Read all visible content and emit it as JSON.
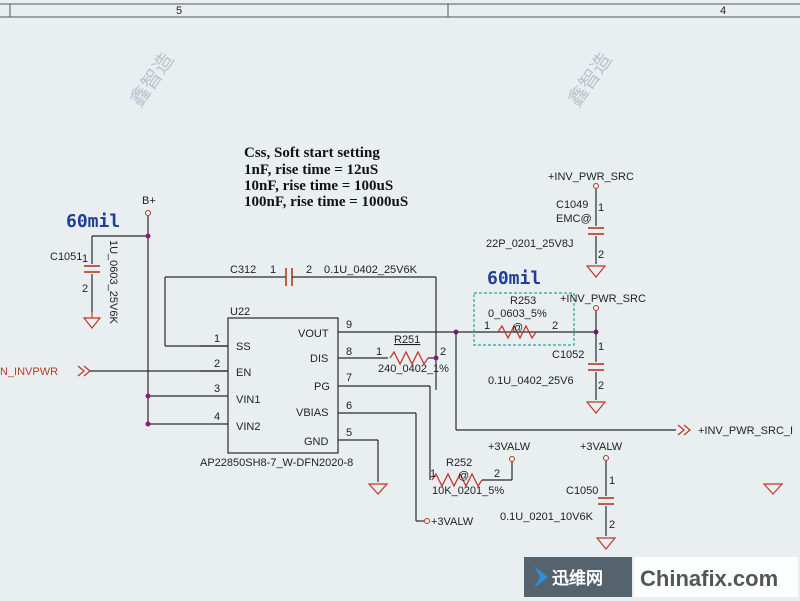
{
  "frame": {
    "col_left": "5",
    "col_right": "4"
  },
  "watermarks": [
    "鑫智造",
    "鑫智造"
  ],
  "note": {
    "lines": [
      "Css, Soft start setting",
      "1nF, rise time = 12uS",
      "10nF, rise time = 100uS",
      "100nF, rise time = 1000uS"
    ]
  },
  "width_notes": [
    "60mil",
    "60mil"
  ],
  "power": {
    "bplus": "B+",
    "inv_pwr_src": "+INV_PWR_SRC",
    "inv_pwr_src2": "+INV_PWR_SRC",
    "inv_pwr_src_out": "+INV_PWR_SRC_I",
    "valw1": "+3VALW",
    "valw2": "+3VALW",
    "valw3": "+3VALW",
    "inv_en": "N_INVPWR"
  },
  "ic": {
    "ref": "U22",
    "part": "AP22850SH8-7_W-DFN2020-8",
    "left_pins": [
      {
        "num": "1",
        "name": "SS"
      },
      {
        "num": "2",
        "name": "EN"
      },
      {
        "num": "3",
        "name": "VIN1"
      },
      {
        "num": "4",
        "name": "VIN2"
      }
    ],
    "right_pins": [
      {
        "num": "9",
        "name": "VOUT"
      },
      {
        "num": "8",
        "name": "DIS"
      },
      {
        "num": "7",
        "name": "PG"
      },
      {
        "num": "6",
        "name": "VBIAS"
      },
      {
        "num": "5",
        "name": "GND"
      }
    ]
  },
  "components": {
    "c1051": {
      "ref": "C1051",
      "value": "1U_0603_25V6K",
      "p1": "1",
      "p2": "2"
    },
    "c312": {
      "ref": "C312",
      "value": "0.1U_0402_25V6K",
      "p1": "1",
      "p2": "2"
    },
    "r251": {
      "ref": "R251",
      "value": "240_0402_1%",
      "p1": "1",
      "p2": "2"
    },
    "r253": {
      "ref": "R253",
      "value": "0_0603_5%",
      "p1": "1",
      "p2": "2",
      "at": "@"
    },
    "c1049": {
      "ref": "C1049",
      "value": "22P_0201_25V8J",
      "opt": "EMC@",
      "p1": "1",
      "p2": "2"
    },
    "c1052": {
      "ref": "C1052",
      "value": "0.1U_0402_25V6",
      "p1": "1",
      "p2": "2"
    },
    "r252": {
      "ref": "R252",
      "value": "10K_0201_5%",
      "p1": "1",
      "p2": "2",
      "at": "@"
    },
    "c1050": {
      "ref": "C1050",
      "value": "0.1U_0201_10V6K",
      "p1": "1",
      "p2": "2"
    }
  },
  "logos": {
    "xunwei": "迅维网",
    "chinafix": "Chinafix.com"
  }
}
